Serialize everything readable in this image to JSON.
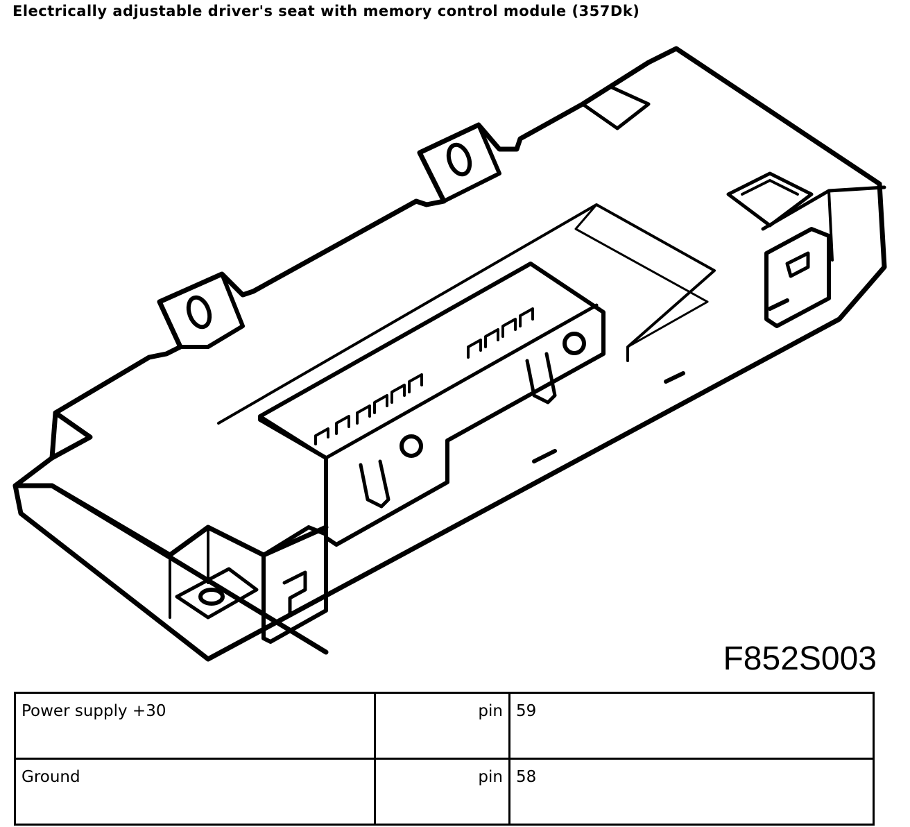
{
  "title": "Electrically adjustable driver's seat with memory control module (357Dk)",
  "figure_code": "F852S003",
  "pin_table": {
    "rows": [
      {
        "signal": "Power supply +30",
        "label": "pin",
        "pin": "59"
      },
      {
        "signal": "Ground",
        "label": "pin",
        "pin": "58"
      }
    ]
  }
}
